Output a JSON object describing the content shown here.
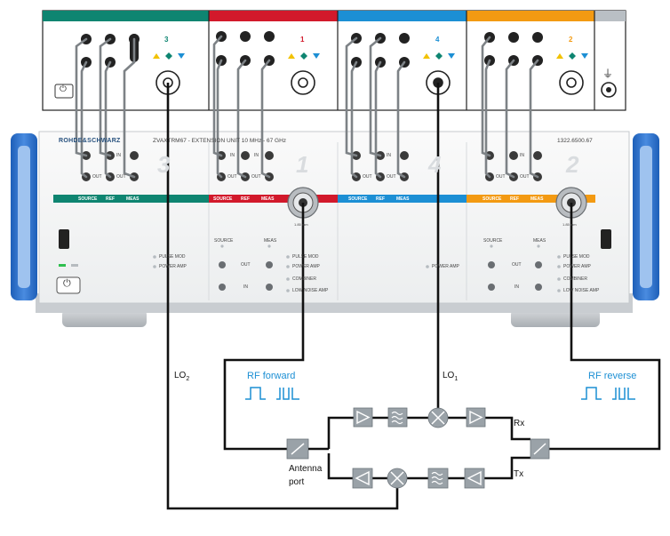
{
  "colors": {
    "channel1": "#d2192b",
    "channel2": "#f39a12",
    "channel3": "#0e8571",
    "channel4": "#1c8fd4",
    "label_blue": "#1c8fd4",
    "signal_line": "#111111",
    "ground_panel": "#b9bfc4",
    "handle": "#2f6fc4"
  },
  "top_panel": {
    "modules": [
      {
        "number": "3",
        "color": "#0e8571"
      },
      {
        "number": "1",
        "color": "#d2192b"
      },
      {
        "number": "4",
        "color": "#1c8fd4"
      },
      {
        "number": "2",
        "color": "#f39a12"
      }
    ],
    "ground_symbol": "⏚",
    "power_symbol": "⏻"
  },
  "unit": {
    "brand": "ROHDE&SCHWARZ",
    "model": "ZVAXTRM67 - EXTENSION UNIT  10 MHz - 67 GHz",
    "part_number": "1322.6500.67",
    "ports": [
      "3",
      "1",
      "4",
      "2"
    ],
    "port_labels": {
      "in": "IN",
      "out": "OUT"
    },
    "strip_labels": [
      "SOURCE",
      "REF",
      "MEAS"
    ],
    "section_labels": {
      "source": "SOURCE",
      "meas": "MEAS",
      "out": "OUT",
      "in": "IN"
    },
    "options_full": [
      "PULSE MOD",
      "POWER AMP",
      "COMBINER",
      "LOW NOISE AMP"
    ],
    "options_port3": [
      "PULSE MOD",
      "POWER AMP"
    ],
    "options_port4": [
      "POWER AMP"
    ],
    "connector_label": "1.85 mm",
    "power_symbol": "⏻"
  },
  "diagram": {
    "lo2": {
      "text": "LO",
      "sub": "2"
    },
    "lo1": {
      "text": "LO",
      "sub": "1"
    },
    "rf_forward": "RF forward",
    "rf_reverse": "RF reverse",
    "rx": "Rx",
    "tx": "Tx",
    "antenna_port": "Antenna\nport",
    "components": [
      "amplifier",
      "filter",
      "mixer",
      "amplifier",
      "switch",
      "attenuator-switch"
    ]
  }
}
